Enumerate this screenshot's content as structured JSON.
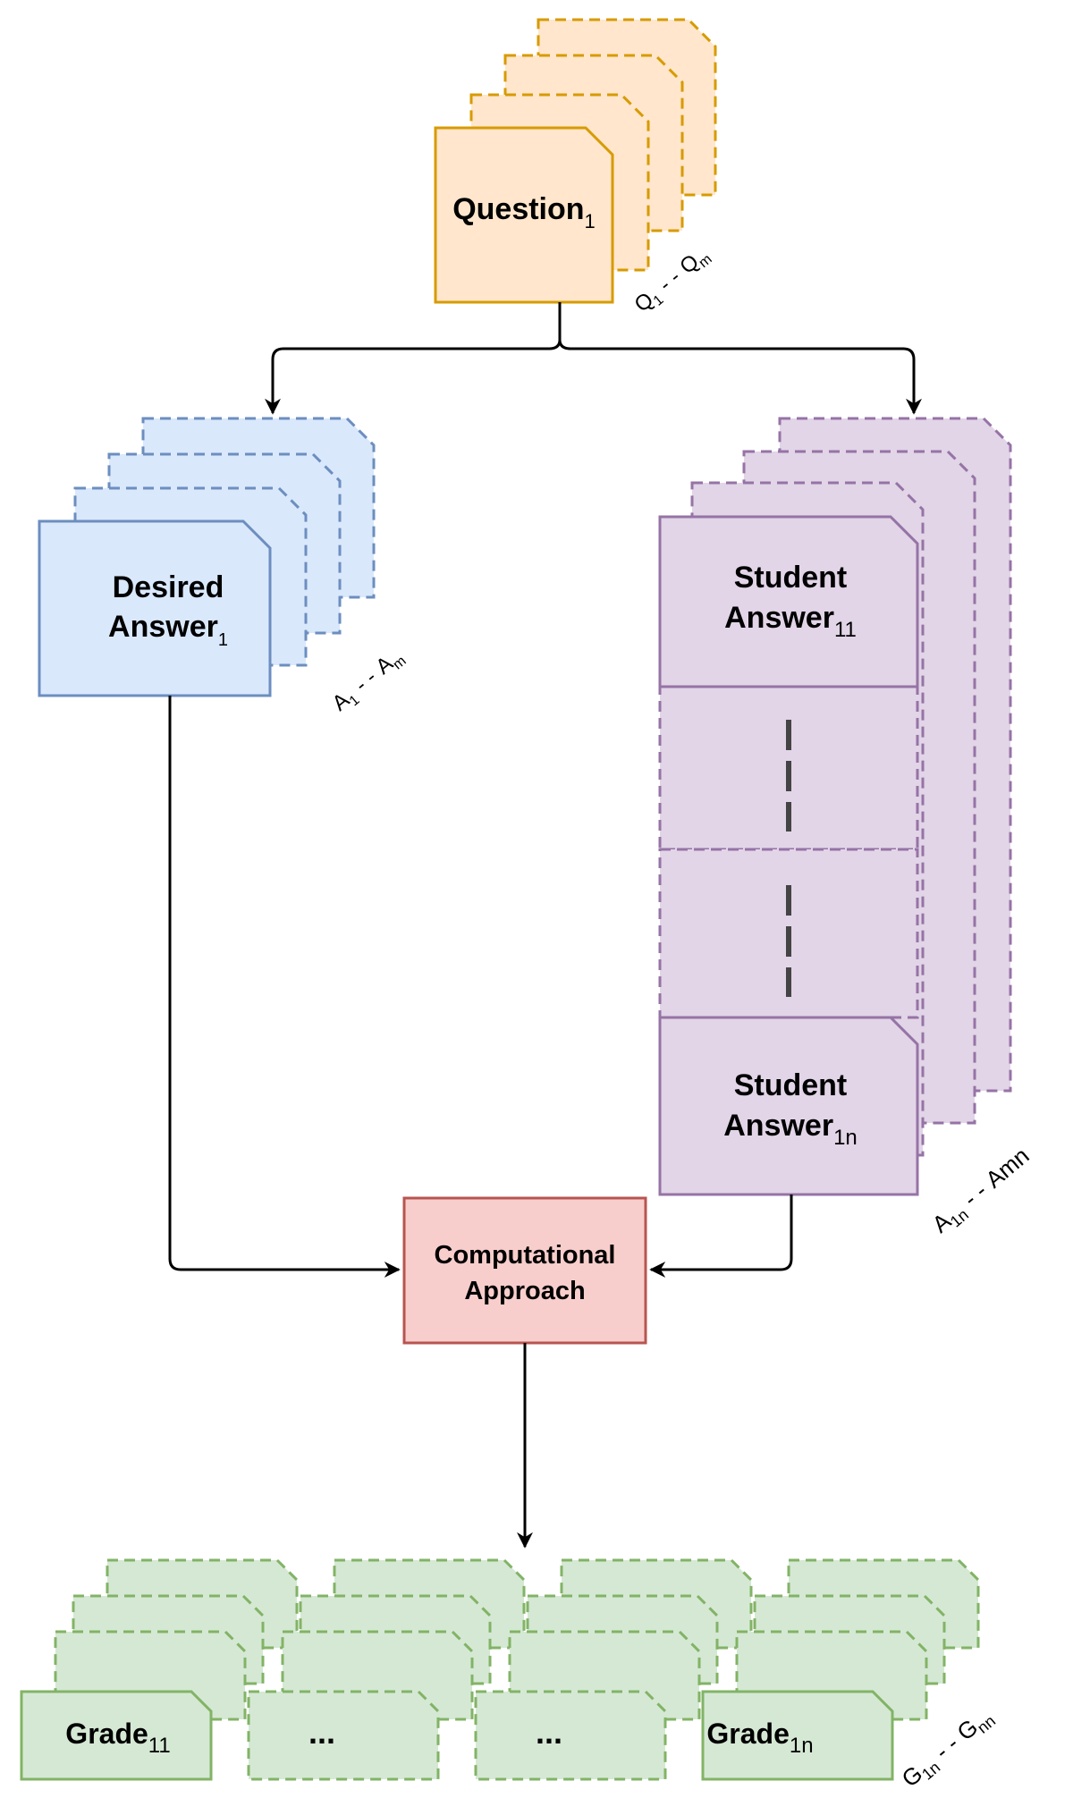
{
  "question": {
    "main": "Question",
    "main_sub": "1",
    "range_a": "Q",
    "range_a_sub": "1",
    "range_sep": "- -",
    "range_b": "Q",
    "range_b_sub": "m"
  },
  "desired": {
    "line1": "Desired",
    "line2": "Answer",
    "line2_sub": "1",
    "range_a": "A",
    "range_a_sub": "1",
    "range_sep": "- -",
    "range_b": "A",
    "range_b_sub": "m"
  },
  "student": {
    "top_line1": "Student",
    "top_line2": "Answer",
    "top_line2_sub": "11",
    "bottom_line1": "Student",
    "bottom_line2": "Answer",
    "bottom_line2_sub": "1n",
    "range_a": "A",
    "range_a_sub": "1n",
    "range_sep": "- -",
    "range_b": "Amn"
  },
  "approach": {
    "line1": "Computational",
    "line2": "Approach"
  },
  "grades": {
    "first": "Grade",
    "first_sub": "11",
    "ellipsis1": "...",
    "ellipsis2": "...",
    "last": "Grade",
    "last_sub": "1n",
    "range_a": "G",
    "range_a_sub": "1n",
    "range_sep": "- -",
    "range_b": "G",
    "range_b_sub": "nn"
  },
  "colors": {
    "question_fill": "#ffe6cc",
    "question_stroke": "#d79b00",
    "desired_fill": "#dae8fc",
    "desired_stroke": "#6c8ebf",
    "student_fill": "#e1d5e7",
    "student_stroke": "#9673a6",
    "approach_fill": "#f8cecc",
    "approach_stroke": "#b85450",
    "grade_fill": "#d5e8d4",
    "grade_stroke": "#82b366",
    "arrow": "#000000"
  }
}
